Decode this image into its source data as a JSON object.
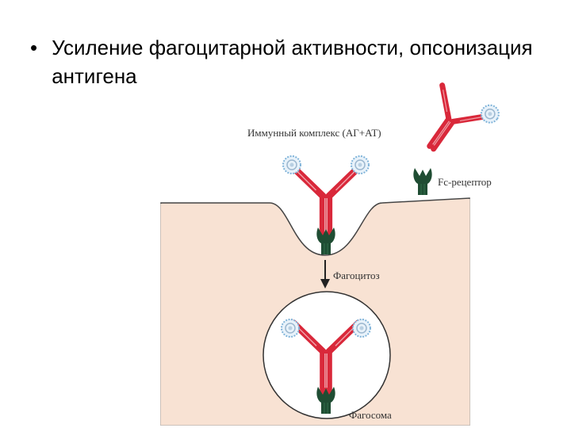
{
  "slide": {
    "bullet_symbol": "•",
    "bullet_text": "Усиление фагоцитарной активности, опсонизация антигена"
  },
  "diagram": {
    "label_immune_complex": "Иммунный комплекс (АГ+АТ)",
    "label_fc_receptor": "Fc-рецептор",
    "label_phagocytosis": "Фагоцитоз",
    "label_phagosome": "Фагосома",
    "colors": {
      "cell": "#f8e2d3",
      "antibody": "#d9283a",
      "antibody_light": "#f0a2aa",
      "receptor": "#1f4d33",
      "antigen": "#7fb3d9"
    }
  }
}
